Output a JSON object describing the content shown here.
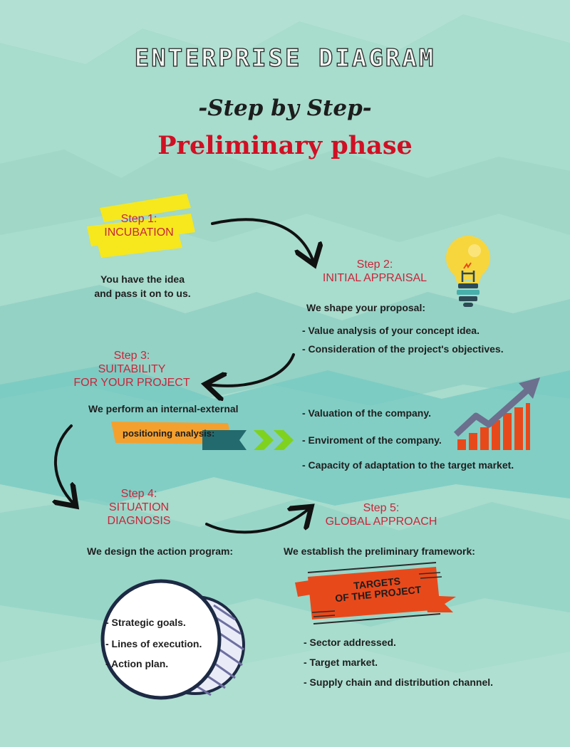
{
  "header": {
    "title": "ENTERPRISE DIAGRAM",
    "subtitle": "-Step by Step-",
    "phase": "Preliminary phase"
  },
  "colors": {
    "background": "#a8dccd",
    "accent_red": "#d01024",
    "step_label": "#c8263a",
    "highlight_yellow": "#f6e81d",
    "ribbon_orange": "#e8491b",
    "tag_orange": "#f4a02f",
    "arrow_green": "#7fd21e",
    "chart_bar": "#e8491b",
    "chart_arrow": "#6c6f8e"
  },
  "steps": [
    {
      "number": "Step 1:",
      "name": "INCUBATION",
      "text": [
        "You have the idea",
        "and pass it on to us."
      ]
    },
    {
      "number": "Step 2:",
      "name": "INITIAL APPRAISAL",
      "intro": "We shape your proposal:",
      "items": [
        "- Value analysis of your concept idea.",
        "- Consideration of the project's objectives."
      ]
    },
    {
      "number": "Step 3:",
      "name_line1": "SUITABILITY",
      "name_line2": "FOR YOUR PROJECT",
      "intro": "We perform an internal-external",
      "tag": "positioning analysis:",
      "items": [
        "- Valuation of the company.",
        "- Enviroment of the company.",
        "- Capacity of adaptation to the target market."
      ]
    },
    {
      "number": "Step 4:",
      "name_line1": "SITUATION",
      "name_line2": "DIAGNOSIS",
      "intro": "We design the action program:",
      "items": [
        "- Strategic goals.",
        "- Lines of execution.",
        "- Action plan."
      ]
    },
    {
      "number": "Step 5:",
      "name": "GLOBAL APPROACH",
      "intro": "We establish the preliminary framework:",
      "ribbon_line1": "TARGETS",
      "ribbon_line2": "OF THE PROJECT",
      "items": [
        "- Sector addressed.",
        "- Target market.",
        "- Supply chain and distribution channel."
      ]
    }
  ],
  "icons": [
    "lightbulb-icon",
    "growth-chart-icon",
    "double-chevron-icon"
  ]
}
